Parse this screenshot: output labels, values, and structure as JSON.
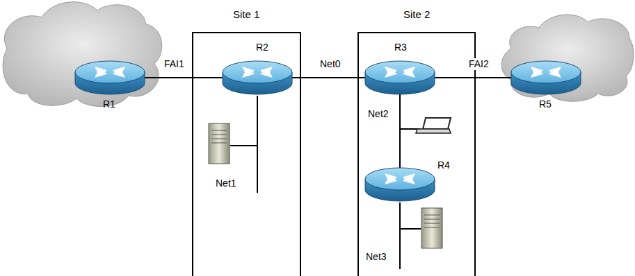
{
  "diagram": {
    "nodes": [
      {
        "text": [
          "R1"
        ]
      },
      {
        "text": [
          "Site 1"
        ]
      },
      {
        "text": [
          "R2"
        ],
        "in": 1
      },
      {
        "text": [
          "Site 2"
        ]
      },
      {
        "text": [
          "R3"
        ],
        "in": 3
      },
      {
        "text": [
          "R4"
        ],
        "in": 3
      },
      {
        "text": [
          "R5"
        ]
      }
    ],
    "edges": [
      {
        "from": 0,
        "to": 2,
        "label": "FAI1",
        "arrow": "none"
      },
      {
        "from": 2,
        "to": 4,
        "label": "Net0",
        "arrow": "none"
      },
      {
        "from": 4,
        "to": 6,
        "label": "FAI2",
        "arrow": "none"
      },
      {
        "from": 4,
        "to": 5,
        "label": "Net2",
        "arrow": "none"
      }
    ],
    "labels": [
      "Net1",
      "Net3"
    ]
  }
}
